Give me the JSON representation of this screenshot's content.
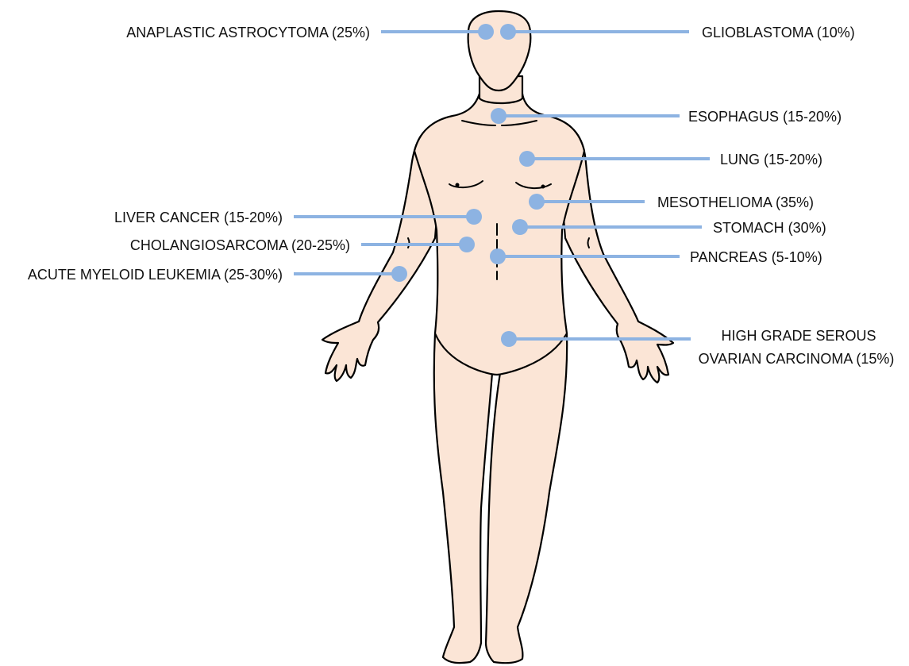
{
  "diagram": {
    "colors": {
      "marker": "#8db3e2",
      "skin": "#fbe5d6",
      "outline": "#000000",
      "text": "#111111"
    },
    "callouts": {
      "anaplastic_astrocytoma": {
        "lines": [
          "ANAPLASTIC ASTROCYTOMA (25%)"
        ]
      },
      "glioblastoma": {
        "lines": [
          "GLIOBLASTOMA (10%)"
        ]
      },
      "esophagus": {
        "lines": [
          "ESOPHAGUS (15-20%)"
        ]
      },
      "lung": {
        "lines": [
          "LUNG (15-20%)"
        ]
      },
      "mesothelioma": {
        "lines": [
          "MESOTHELIOMA (35%)"
        ]
      },
      "liver_cancer": {
        "lines": [
          "LIVER CANCER  (15-20%)"
        ]
      },
      "stomach": {
        "lines": [
          "STOMACH (30%)"
        ]
      },
      "cholangiosarcoma": {
        "lines": [
          "CHOLANGIOSARCOMA (20-25%)"
        ]
      },
      "pancreas": {
        "lines": [
          "PANCREAS (5-10%)"
        ]
      },
      "acute_myeloid_leukemia": {
        "lines": [
          "ACUTE MYELOID LEUKEMIA (25-30%)"
        ]
      },
      "high_grade_serous_ovarian_carcinoma": {
        "lines": [
          "HIGH GRADE SEROUS",
          "OVARIAN CARCINOMA  (15%)"
        ]
      }
    }
  }
}
